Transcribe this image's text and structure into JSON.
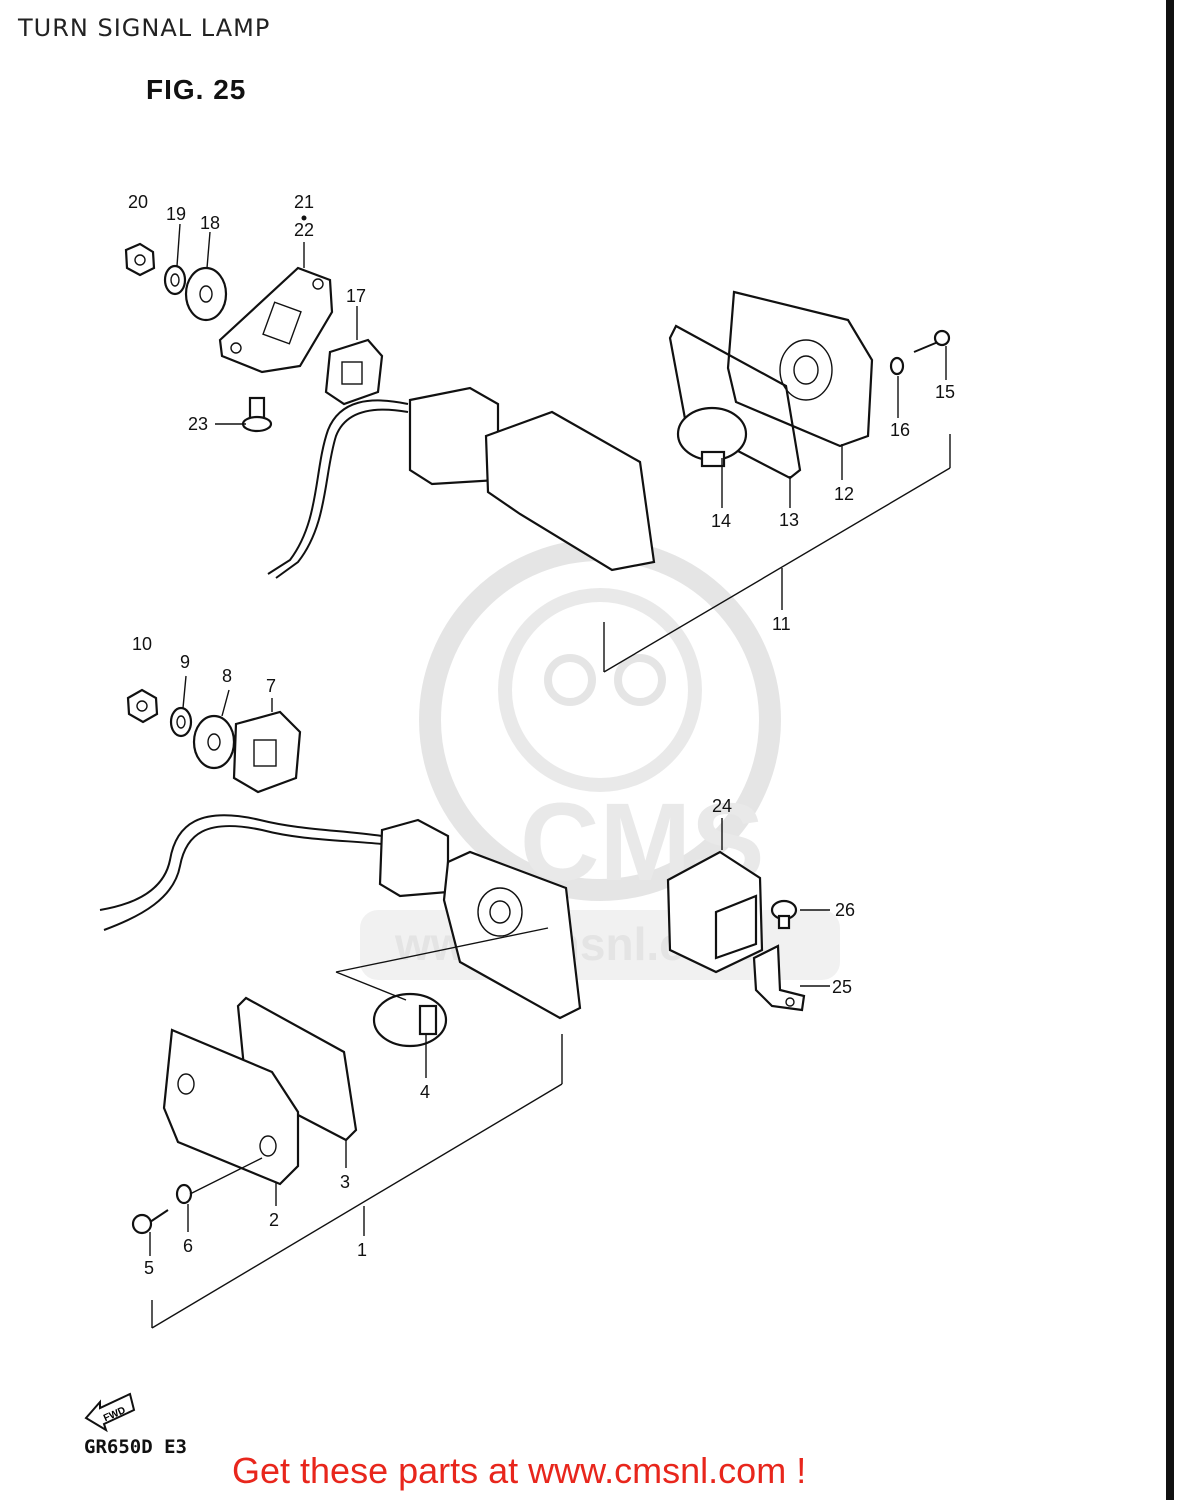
{
  "header": {
    "title": "TURN SIGNAL LAMP",
    "figure": "FIG. 25"
  },
  "watermark": {
    "logo_text": "CMS",
    "url_text": "www.cmsnl.com"
  },
  "callouts": [
    "1",
    "2",
    "3",
    "4",
    "5",
    "6",
    "7",
    "8",
    "9",
    "10",
    "11",
    "12",
    "13",
    "14",
    "15",
    "16",
    "17",
    "18",
    "19",
    "20",
    "21",
    "22",
    "23",
    "24",
    "25",
    "26"
  ],
  "footer": {
    "model": "GR650D E3",
    "fwd": "FWD",
    "link_text": "Get these parts at www.cmsnl.com !",
    "link_color": "#e8261c"
  }
}
